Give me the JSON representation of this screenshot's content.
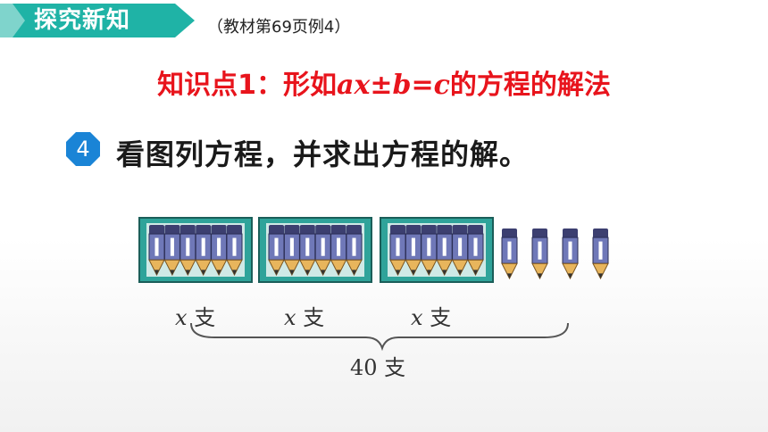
{
  "header": {
    "section_tag": "探究新知",
    "textbook_ref": "（教材第69页例4）"
  },
  "knowledge_point": {
    "prefix": "知识点1：形如",
    "formula": "ax±b=c",
    "suffix": "的方程的解法"
  },
  "example": {
    "number": "4",
    "question": "看图列方程，并求出方程的解。"
  },
  "illustration": {
    "box_labels": [
      {
        "var": "x",
        "unit": "支"
      },
      {
        "var": "x",
        "unit": "支"
      },
      {
        "var": "x",
        "unit": "支"
      }
    ],
    "total_label": "40 支",
    "pencils_per_box": 6,
    "loose_pencils": 4
  },
  "colors": {
    "tag_green": "#1fb3a6",
    "title_red": "#e8141c",
    "badge_blue": "#1a84d6",
    "box_teal": "#2fa39a",
    "pencil_blue": "#6f78b8",
    "pencil_wood": "#e8b55c"
  }
}
